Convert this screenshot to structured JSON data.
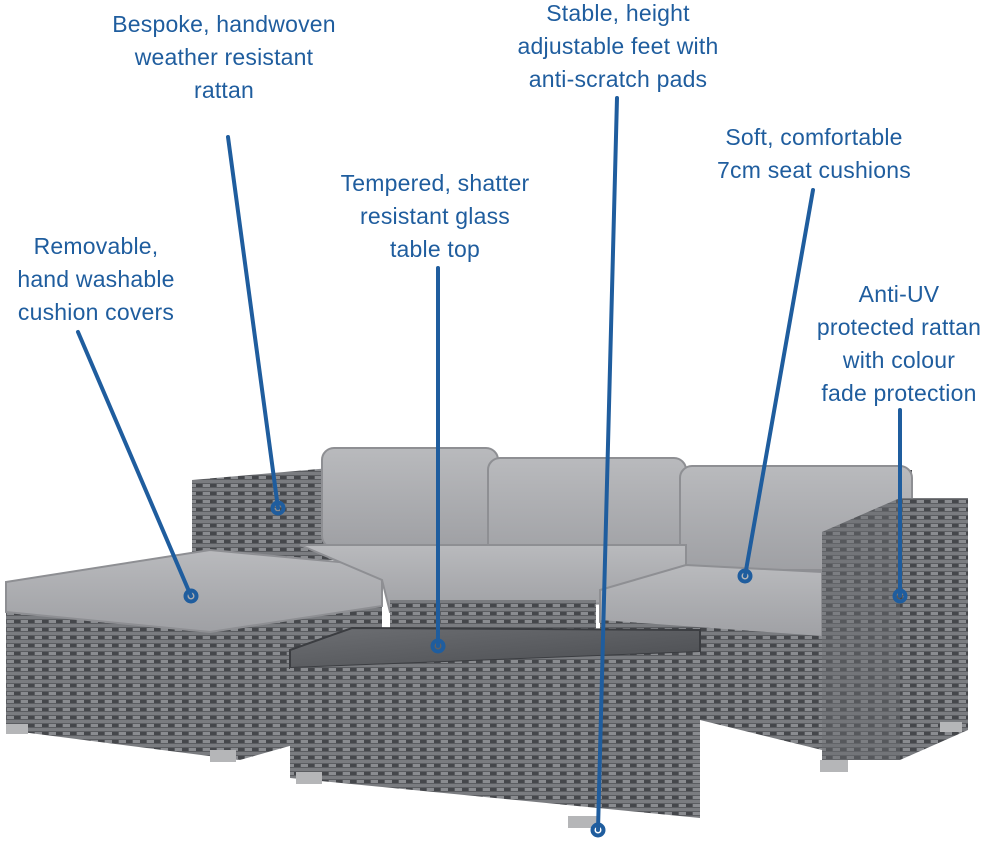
{
  "accent_color": "#1f5d9e",
  "callouts": [
    {
      "id": "rattan-weave",
      "lines": [
        "Bespoke, handwoven",
        "weather resistant",
        "rattan"
      ]
    },
    {
      "id": "feet",
      "lines": [
        "Stable, height",
        "adjustable feet with",
        "anti-scratch pads"
      ]
    },
    {
      "id": "seat-cushions",
      "lines": [
        "Soft, comfortable",
        "7cm seat cushions"
      ]
    },
    {
      "id": "glass-top",
      "lines": [
        "Tempered, shatter",
        "resistant glass",
        "table top"
      ]
    },
    {
      "id": "cushion-covers",
      "lines": [
        "Removable,",
        "hand washable",
        "cushion covers"
      ]
    },
    {
      "id": "anti-uv",
      "lines": [
        "Anti-UV",
        "protected rattan",
        "with colour",
        "fade protection"
      ]
    }
  ]
}
